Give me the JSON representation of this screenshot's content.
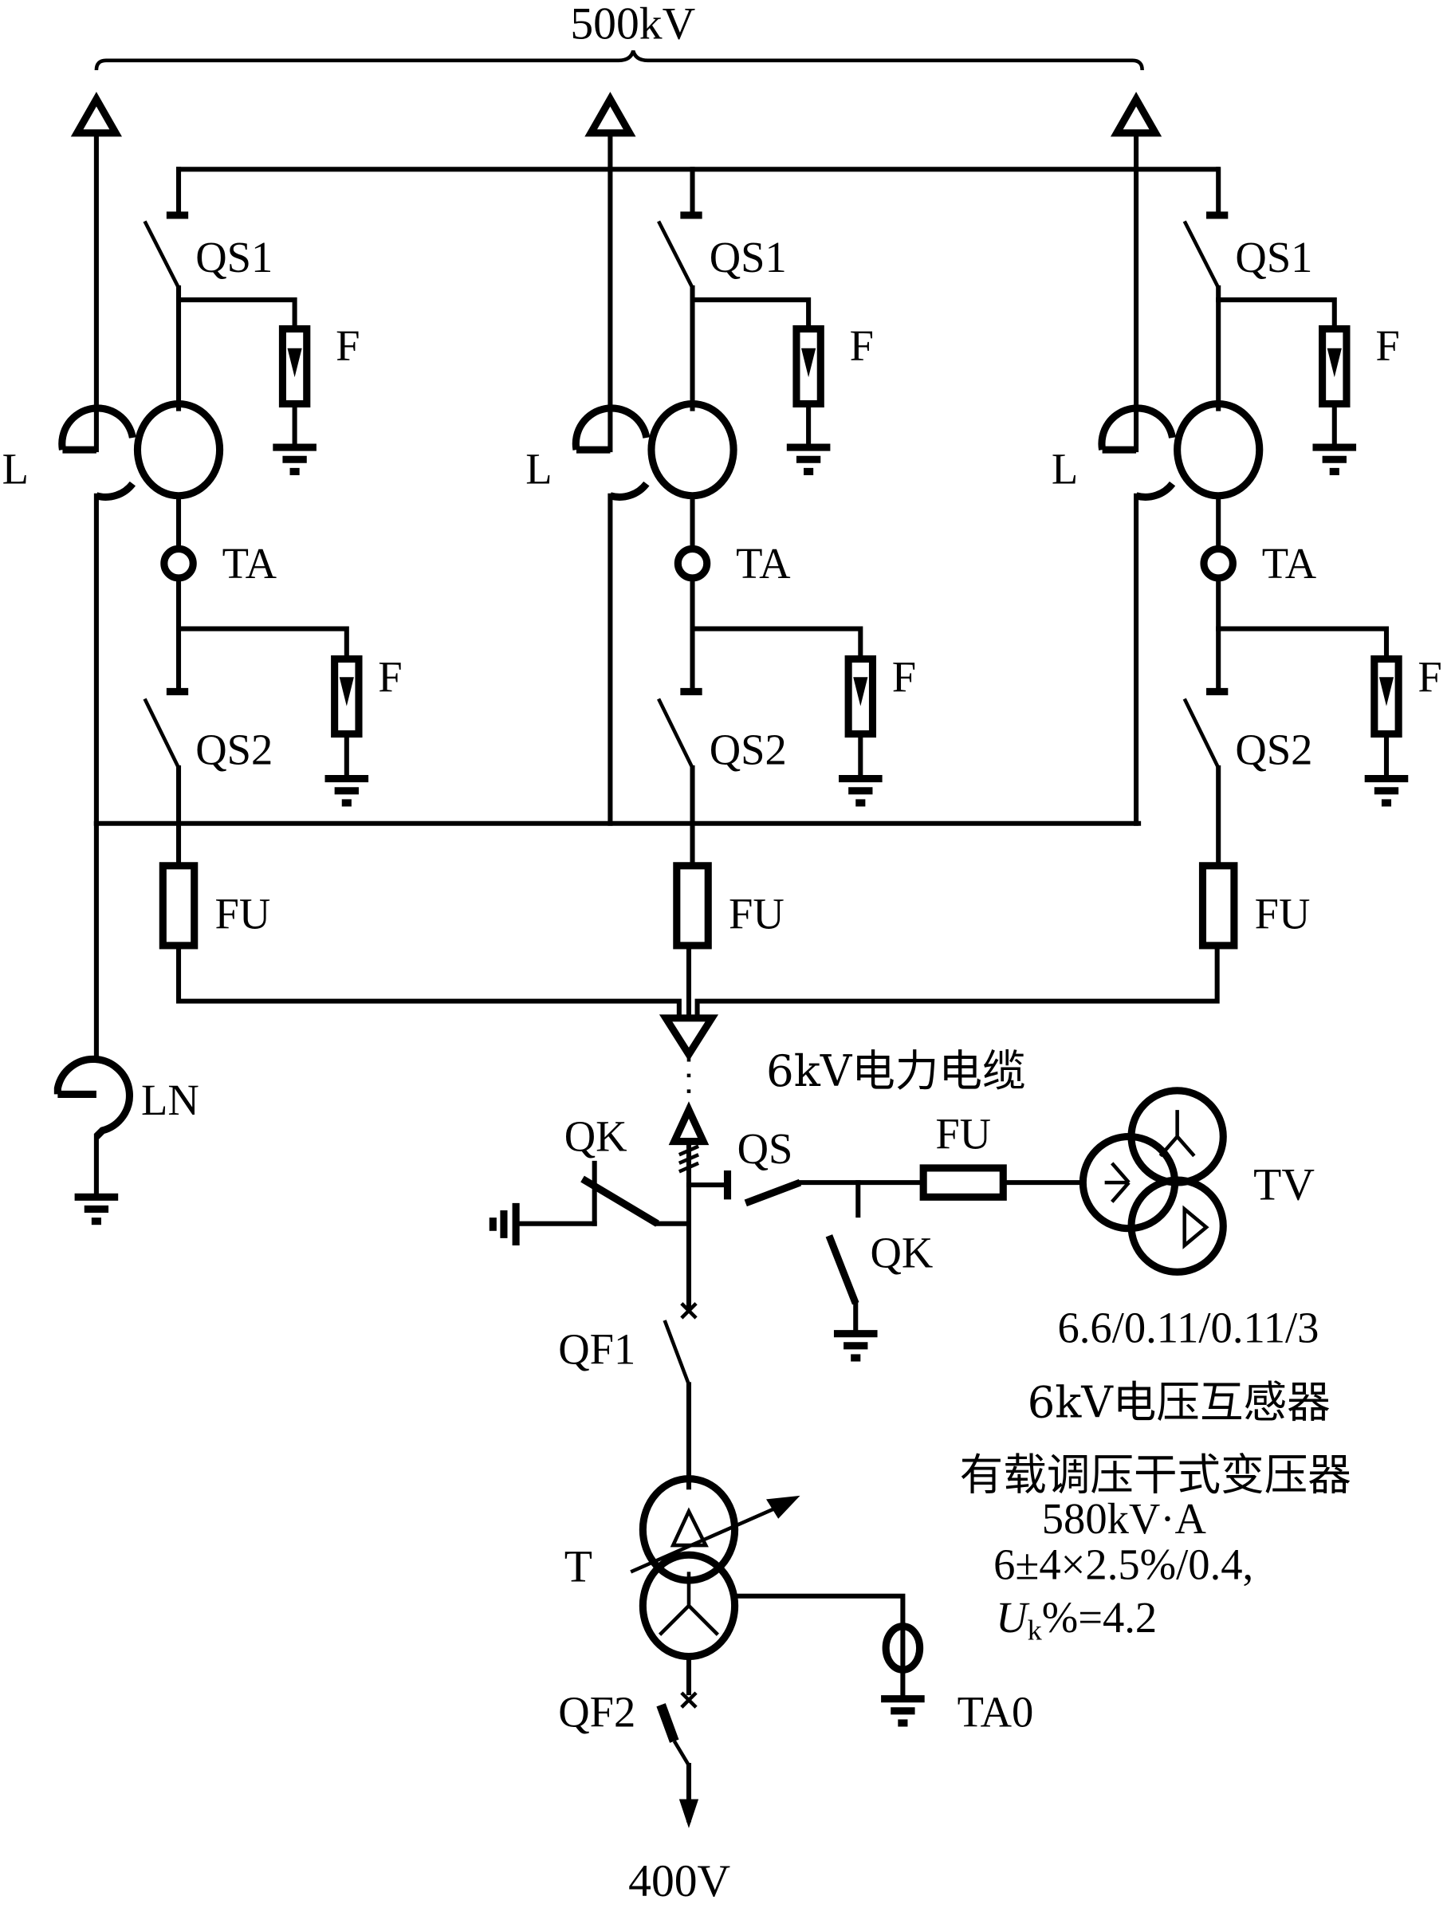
{
  "diagram": {
    "top_voltage": "500kV",
    "bottom_voltage": "400V",
    "branches": [
      {
        "reactor": "L",
        "qs1": "QS1",
        "arrester_top": "F",
        "ct": "TA",
        "qs2": "QS2",
        "arrester_bottom": "F",
        "fuse": "FU"
      },
      {
        "reactor": "L",
        "qs1": "QS1",
        "arrester_top": "F",
        "ct": "TA",
        "qs2": "QS2",
        "arrester_bottom": "F",
        "fuse": "FU"
      },
      {
        "reactor": "L",
        "qs1": "QS1",
        "arrester_top": "F",
        "ct": "TA",
        "qs2": "QS2",
        "arrester_bottom": "F",
        "fuse": "FU"
      }
    ],
    "neutral_reactor": "LN",
    "cable_label": "6kV电力电缆",
    "earth_switch_left": "QK",
    "disconnector": "QS",
    "tv_fuse": "FU",
    "earth_switch_right": "QK",
    "vt_label": "TV",
    "vt_ratio": "6.6/0.11/0.11/3",
    "vt_name": "6kV电压互感器",
    "breaker_hv": "QF1",
    "transformer": "T",
    "transformer_name": "有载调压干式变压器",
    "transformer_rating": "580kV·A",
    "transformer_ratio": "6±4×2.5%/0.4,",
    "uk_symbol": "U",
    "uk_sub": "k",
    "uk_value": "%=4.2",
    "neutral_ct": "TA0",
    "breaker_lv": "QF2"
  }
}
